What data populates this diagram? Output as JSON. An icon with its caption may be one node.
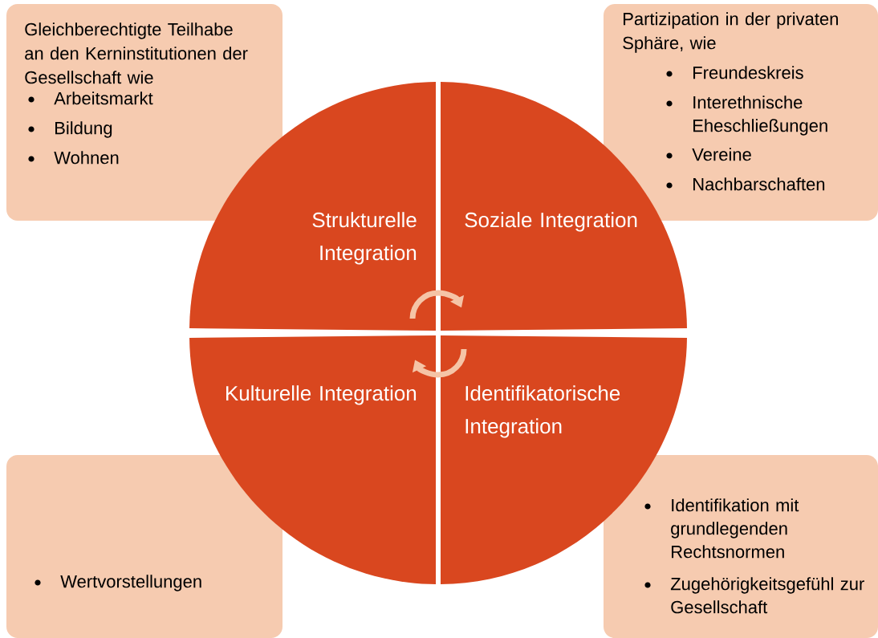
{
  "diagram": {
    "nodes": [
      {
        "text": [
          "Gleichberechtigte Teilhabe an den Kerninstitutionen der Gesellschaft wie",
          "Arbeitsmarkt",
          "Bildung",
          "Wohnen"
        ]
      },
      {
        "text": [
          "Partizipation in der privaten Sphäre, wie",
          "Freundeskreis",
          "Interethnische Eheschließungen",
          "Vereine",
          "Nachbarschaften"
        ]
      },
      {
        "text": [
          "Strukturelle Integration"
        ]
      },
      {
        "text": [
          "Soziale Integration"
        ]
      },
      {
        "text": [
          "Kulturelle Integration"
        ]
      },
      {
        "text": [
          "Identifikatorische Integration"
        ]
      },
      {
        "text": [
          "Wertvorstellungen"
        ]
      },
      {
        "text": [
          "Identifikation mit grundlegenden Rechtsnormen",
          "Zugehörigkeitsgefühl zur Gesellschaft"
        ]
      }
    ]
  }
}
